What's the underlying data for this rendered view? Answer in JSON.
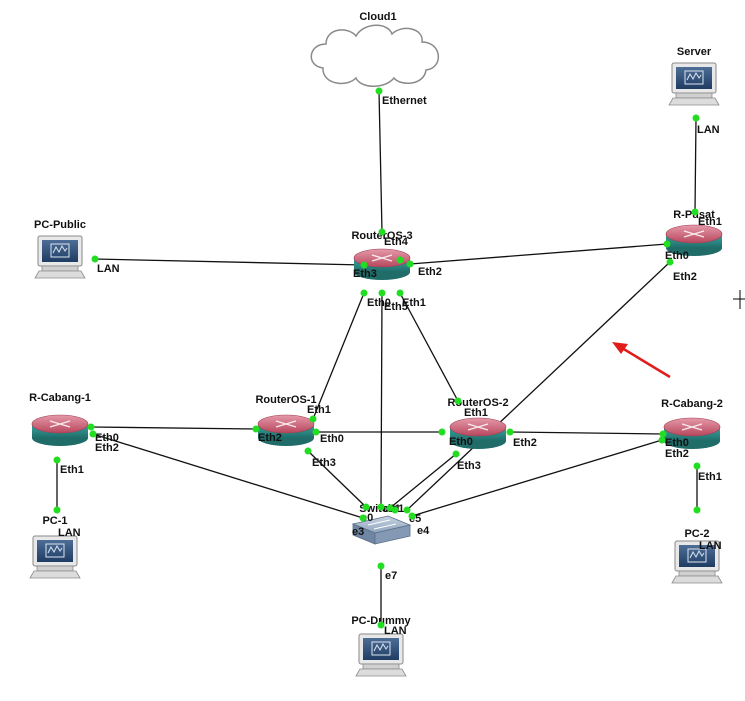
{
  "devices": {
    "cloud1": {
      "name": "Cloud1",
      "kind": "cloud"
    },
    "server": {
      "name": "Server",
      "kind": "pc"
    },
    "pc_public": {
      "name": "PC-Public",
      "kind": "pc"
    },
    "routeros_3": {
      "name": "RouterOS-3",
      "kind": "router"
    },
    "r_pusat": {
      "name": "R-Pusat",
      "kind": "router"
    },
    "r_cabang_1": {
      "name": "R-Cabang-1",
      "kind": "router"
    },
    "routeros_1": {
      "name": "RouterOS-1",
      "kind": "router"
    },
    "routeros_2": {
      "name": "RouterOS-2",
      "kind": "router"
    },
    "r_cabang_2": {
      "name": "R-Cabang-2",
      "kind": "router"
    },
    "switch1": {
      "name": "Switch1",
      "kind": "switch"
    },
    "pc_1": {
      "name": "PC-1",
      "kind": "pc"
    },
    "pc_2": {
      "name": "PC-2",
      "kind": "pc"
    },
    "pc_dummy": {
      "name": "PC-Dummy",
      "kind": "pc"
    }
  },
  "ports": {
    "cloud_ethernet": "Ethernet",
    "server_lan": "LAN",
    "pcpublic_lan": "LAN",
    "pc1_lan": "LAN",
    "pc2_lan": "LAN",
    "pcdummy_lan": "LAN",
    "ros3_eth4": "Eth4",
    "ros3_eth3": "Eth3",
    "ros3_eth2": "Eth2",
    "ros3_eth0": "Eth0",
    "ros3_eth1": "Eth1",
    "ros3_eth5": "Eth5",
    "rpusat_eth1": "Eth1",
    "rpusat_eth0": "Eth0",
    "rpusat_eth2": "Eth2",
    "rc1_eth0": "Eth0",
    "rc1_eth2": "Eth2",
    "rc1_eth1": "Eth1",
    "ros1_eth1": "Eth1",
    "ros1_eth2": "Eth2",
    "ros1_eth0": "Eth0",
    "ros1_eth3": "Eth3",
    "ros2_eth1": "Eth1",
    "ros2_eth0": "Eth0",
    "ros2_eth2": "Eth2",
    "ros2_eth3": "Eth3",
    "rc2_eth0": "Eth0",
    "rc2_eth2": "Eth2",
    "rc2_eth1": "Eth1",
    "sw_e0": "e0",
    "sw_e1": "e1",
    "sw_e2": "e2",
    "sw_e3": "e3",
    "sw_e4": "e4",
    "sw_e5": "e5",
    "sw_e7": "e7"
  },
  "links": [
    {
      "from": "cloud1",
      "to": "routeros_3"
    },
    {
      "from": "server",
      "to": "r_pusat"
    },
    {
      "from": "pc_public",
      "to": "routeros_3"
    },
    {
      "from": "routeros_3",
      "to": "r_pusat"
    },
    {
      "from": "routeros_3",
      "to": "routeros_1"
    },
    {
      "from": "routeros_3",
      "to": "routeros_2"
    },
    {
      "from": "routeros_3",
      "to": "switch1"
    },
    {
      "from": "r_pusat",
      "to": "switch1"
    },
    {
      "from": "r_cabang_1",
      "to": "routeros_1"
    },
    {
      "from": "r_cabang_1",
      "to": "switch1"
    },
    {
      "from": "r_cabang_1",
      "to": "pc_1"
    },
    {
      "from": "routeros_1",
      "to": "routeros_2"
    },
    {
      "from": "routeros_1",
      "to": "switch1"
    },
    {
      "from": "routeros_2",
      "to": "r_cabang_2"
    },
    {
      "from": "routeros_2",
      "to": "switch1"
    },
    {
      "from": "r_cabang_2",
      "to": "switch1"
    },
    {
      "from": "r_cabang_2",
      "to": "pc_2"
    },
    {
      "from": "switch1",
      "to": "pc_dummy"
    }
  ],
  "colors": {
    "link_dot": "#22dd22",
    "router_top": "#c85a6e",
    "router_body": "#2f8f8a",
    "switch_body": "#7d94b0",
    "arrow": "#e21b1b",
    "cloud_fill": "#ffffff",
    "cloud_stroke": "#888888"
  }
}
